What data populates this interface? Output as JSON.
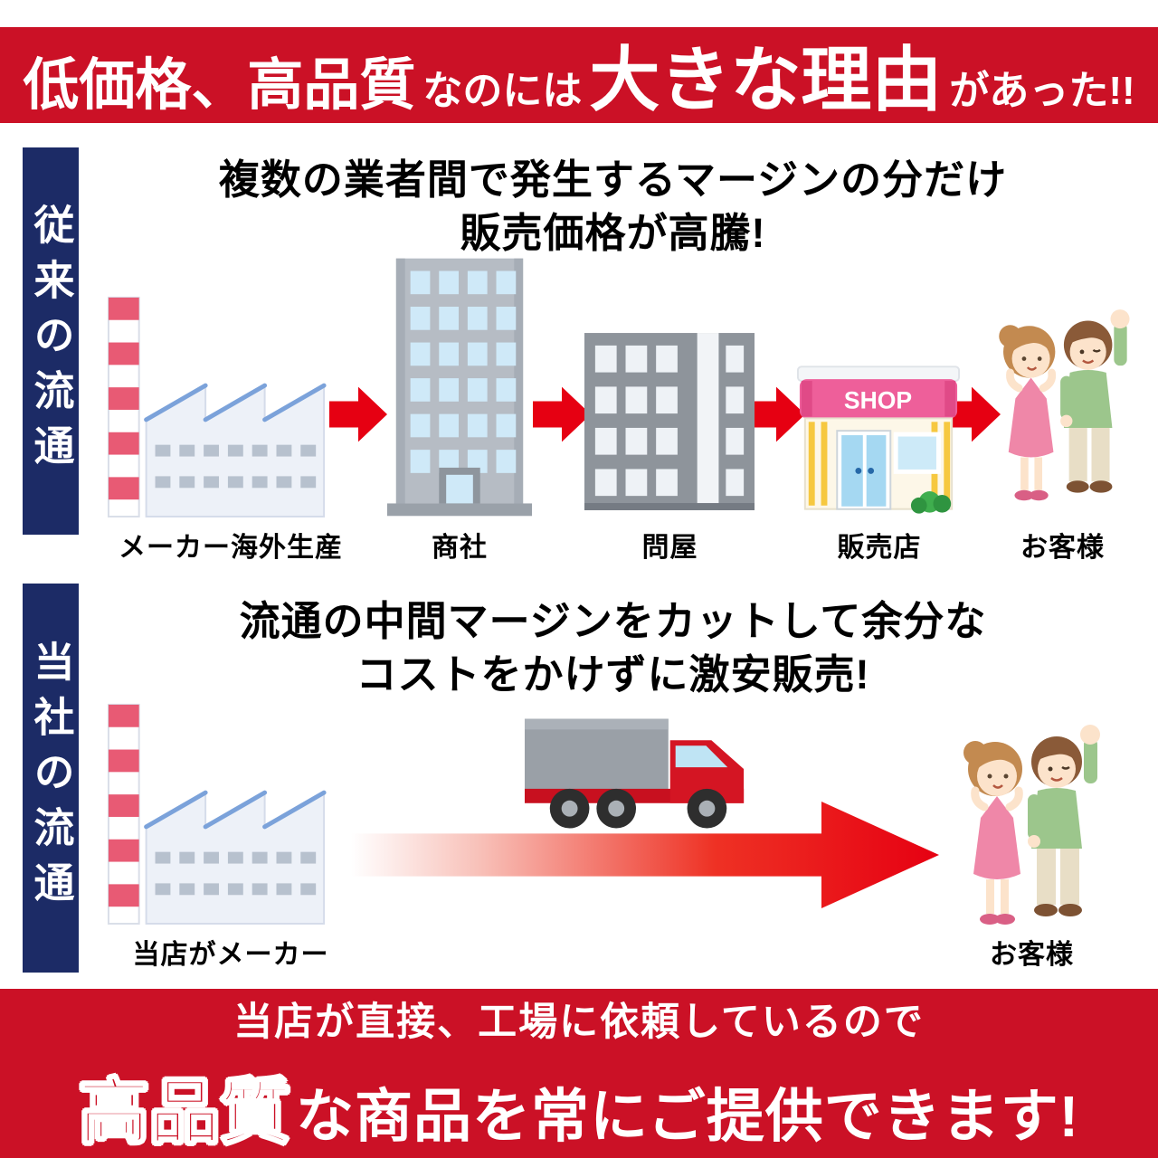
{
  "top_banner": {
    "seg1": "低価格、高品質",
    "seg2": "なのには",
    "seg3": "大きな理由",
    "seg4": "があった!!"
  },
  "traditional": {
    "side_label": "従来の流通",
    "heading_line1": "複数の業者間で発生するマージンの分だけ",
    "heading_line2": "販売価格が高騰!",
    "shop_sign": "SHOP",
    "steps": [
      {
        "label": "メーカー海外生産"
      },
      {
        "label": "商社"
      },
      {
        "label": "問屋"
      },
      {
        "label": "販売店"
      },
      {
        "label": "お客様"
      }
    ]
  },
  "ours": {
    "side_label": "当社の流通",
    "heading_line1": "流通の中間マージンをカットして余分な",
    "heading_line2": "コストをかけずに激安販売!",
    "maker_label": "当店がメーカー",
    "customer_label": "お客様"
  },
  "bottom_banner": {
    "line1": "当店が直接、工場に依頼しているので",
    "highlight": "高品質",
    "line2_rest": "な商品を常にご提供できます!"
  },
  "colors": {
    "banner_red": "#cb1126",
    "navy": "#1c2b66",
    "arrow_red": "#e60012"
  }
}
